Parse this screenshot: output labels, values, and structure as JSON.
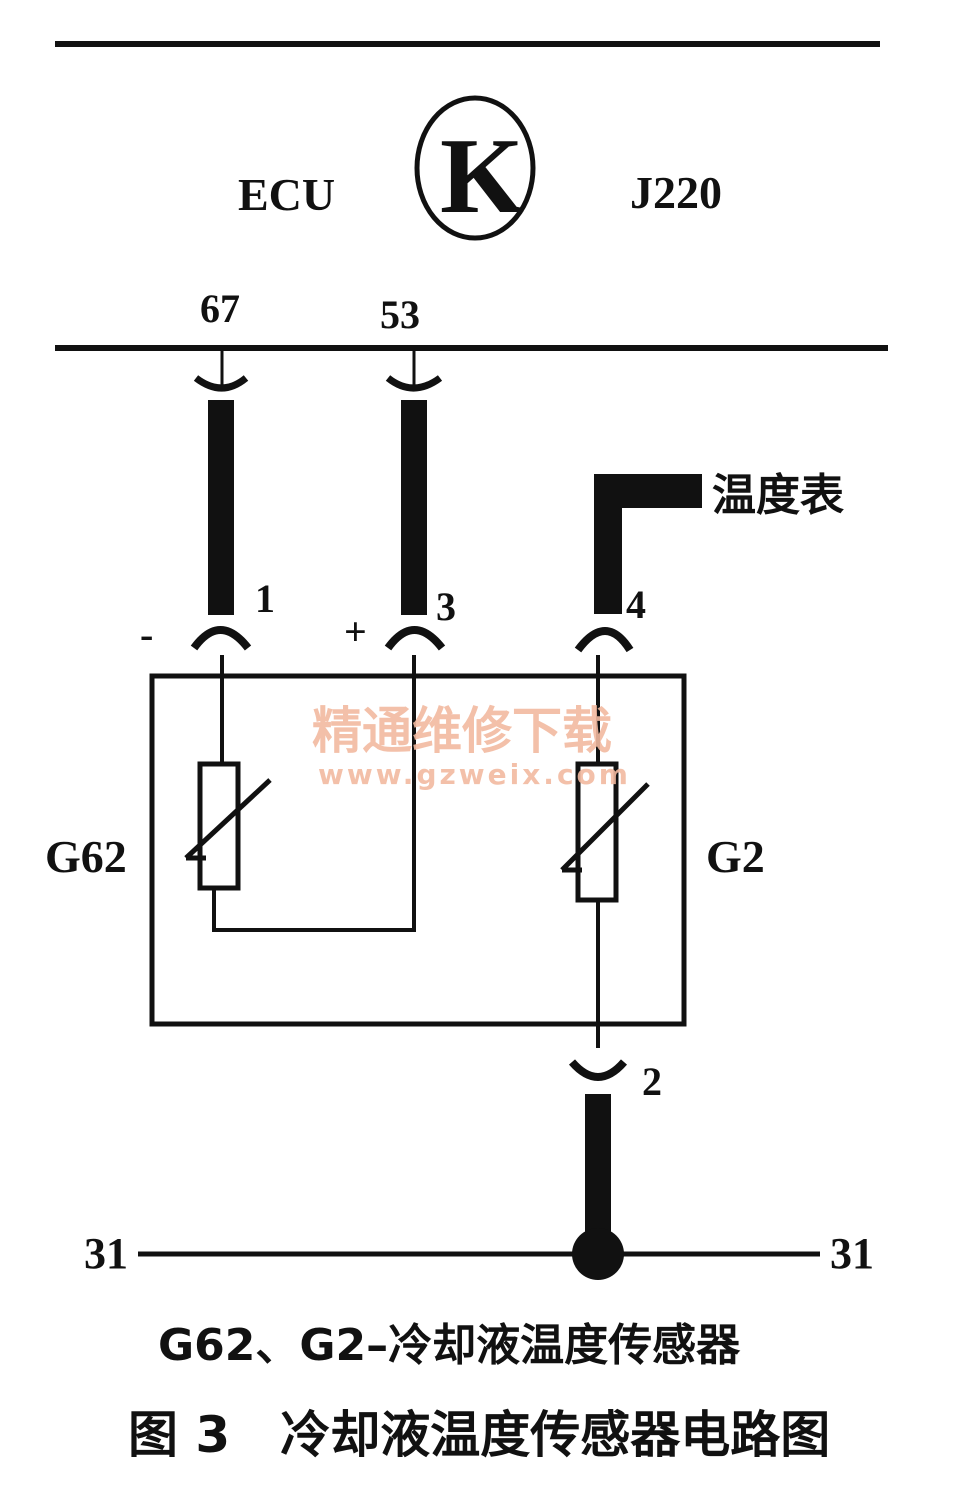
{
  "ecu": {
    "left_label": "ECU",
    "symbol": "K",
    "right_label": "J220"
  },
  "ecu_pins": {
    "pin_a": "67",
    "pin_b": "53"
  },
  "gauge_label": "温度表",
  "connector": {
    "pin1": "1",
    "pin1_polarity": "-",
    "pin3": "3",
    "pin3_polarity": "+",
    "pin4": "4",
    "pin2": "2"
  },
  "sensors": {
    "left": "G62",
    "right": "G2"
  },
  "ground": {
    "left": "31",
    "right": "31"
  },
  "watermark": {
    "line1": "精通维修下载",
    "line2": "www.gzweix.com",
    "color": "#f2b9a0"
  },
  "legend": "G62、G2–冷却液温度传感器",
  "caption": "图 3　冷却液温度传感器电路图"
}
